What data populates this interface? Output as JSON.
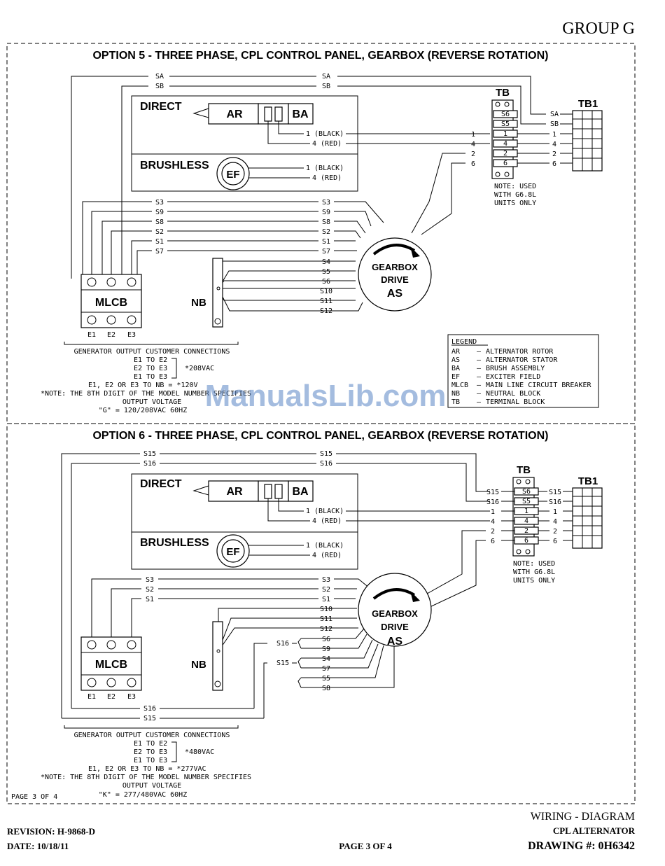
{
  "header": {
    "group": "GROUP G"
  },
  "option5": {
    "title": "OPTION 5 - THREE PHASE, CPL CONTROL PANEL, GEARBOX (REVERSE ROTATION)",
    "direct": "DIRECT",
    "brushless": "BRUSHLESS",
    "ar": "AR",
    "ba": "BA",
    "ef": "EF",
    "tb": "TB",
    "tb1": "TB1",
    "mlcb": "MLCB",
    "nb": "NB",
    "gearbox": [
      "GEARBOX",
      "DRIVE",
      "AS"
    ],
    "wire1": "1 (BLACK)",
    "wire4": "4 (RED)",
    "wires_top": [
      "SA",
      "SB"
    ],
    "wires_left": [
      "S3",
      "S9",
      "S8",
      "S2",
      "S1",
      "S7"
    ],
    "wires_nb": [
      "S4",
      "S5",
      "S6",
      "S10",
      "S11",
      "S12"
    ],
    "tb_terms": [
      "SA",
      "SB",
      "1",
      "4",
      "2",
      "6"
    ],
    "tb_slots": [
      "S6",
      "S5",
      "1",
      "4",
      "2",
      "6"
    ],
    "note": [
      "NOTE: USED",
      "WITH G6.8L",
      "UNITS ONLY"
    ],
    "mlcb_terms": [
      "E1",
      "E2",
      "E3"
    ],
    "conn": [
      "GENERATOR OUTPUT CUSTOMER CONNECTIONS",
      "E1  TO  E2",
      "E2  TO  E3",
      "E1  TO  E3",
      "*208VAC",
      "E1, E2 OR E3 TO NB = *120V",
      "*NOTE:  THE  8TH  DIGIT  OF  THE  MODEL  NUMBER  SPECIFIES",
      "OUTPUT VOLTAGE",
      "\"G\" = 120/208VAC 60HZ"
    ],
    "legend_title": "LEGEND",
    "legend": [
      [
        "AR",
        "ALTERNATOR ROTOR"
      ],
      [
        "AS",
        "ALTERNATOR STATOR"
      ],
      [
        "BA",
        "BRUSH ASSEMBLY"
      ],
      [
        "EF",
        "EXCITER FIELD"
      ],
      [
        "MLCB",
        "MAIN LINE CIRCUIT BREAKER"
      ],
      [
        "NB",
        "NEUTRAL BLOCK"
      ],
      [
        "TB",
        "TERMINAL BLOCK"
      ]
    ]
  },
  "option6": {
    "title": "OPTION 6 - THREE PHASE, CPL CONTROL PANEL, GEARBOX (REVERSE ROTATION)",
    "wires_top": [
      "S15",
      "S16"
    ],
    "wires_left": [
      "S3",
      "S2",
      "S1"
    ],
    "wires_nb": [
      "S10",
      "S11",
      "S12"
    ],
    "wires_jump": [
      "S6",
      "S9",
      "S4",
      "S7",
      "S5",
      "S8"
    ],
    "jump_labels": [
      "S16",
      "S15"
    ],
    "wires_bottom": [
      "S16",
      "S15"
    ],
    "tb_terms": [
      "S15",
      "S16",
      "1",
      "4",
      "2",
      "6"
    ],
    "tb_slots": [
      "S6",
      "S5",
      "1",
      "4",
      "2",
      "6"
    ],
    "conn": [
      "GENERATOR OUTPUT CUSTOMER CONNECTIONS",
      "E1  TO  E2",
      "E2  TO  E3",
      "E1  TO  E3",
      "*480VAC",
      "E1, E2 OR E3 TO NB = *277VAC",
      "*NOTE:  THE  8TH  DIGIT  OF  THE  MODEL  NUMBER  SPECIFIES",
      "OUTPUT VOLTAGE",
      "\"K\" = 277/480VAC 60HZ"
    ],
    "page": "PAGE 3 OF 4"
  },
  "footer": {
    "revision": "REVISION: H-9868-D",
    "date": "DATE: 10/18/11",
    "page": "PAGE 3 OF 4",
    "title": "WIRING - DIAGRAM",
    "subtitle": "CPL ALTERNATOR",
    "drawing": "DRAWING #: 0H6342"
  },
  "watermark": "ManualsLib.com"
}
